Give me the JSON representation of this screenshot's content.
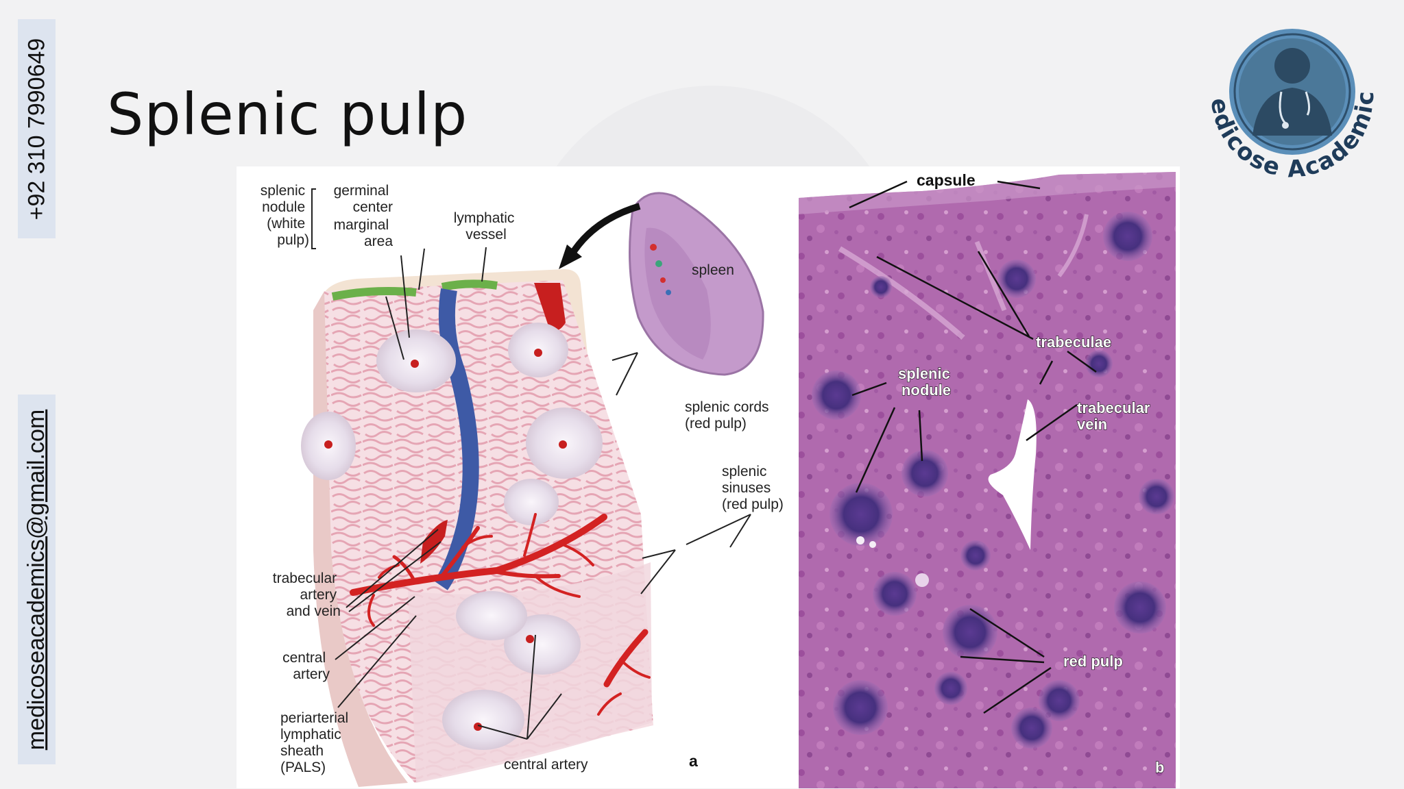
{
  "slide": {
    "title": "Splenic pulp",
    "phone": "+92 310 7990649",
    "email": "medicoseacademics@gmail.com",
    "logo_text": "Medicose Academics",
    "logo_icon": "doctor-stethoscope-icon"
  },
  "figure_a": {
    "panel_letter": "a",
    "labels": {
      "splenic_nodule": [
        "splenic",
        "nodule",
        "(white",
        "pulp)"
      ],
      "germinal_center": [
        "germinal",
        "center"
      ],
      "marginal_area": [
        "marginal",
        "area"
      ],
      "lymphatic_vessel": [
        "lymphatic",
        "vessel"
      ],
      "spleen": "spleen",
      "splenic_cords": [
        "splenic cords",
        "(red pulp)"
      ],
      "splenic_sinuses": [
        "splenic",
        "sinuses",
        "(red pulp)"
      ],
      "trabecular_artery_vein": [
        "trabecular",
        "artery",
        "and vein"
      ],
      "central_artery_left": [
        "central",
        "artery"
      ],
      "pals": [
        "periarterial",
        "lymphatic",
        "sheath",
        "(PALS)"
      ],
      "central_artery_bottom": "central artery"
    }
  },
  "figure_b": {
    "panel_letter": "b",
    "labels": {
      "capsule": "capsule",
      "trabeculae": "trabeculae",
      "splenic_nodule": [
        "splenic",
        "nodule"
      ],
      "trabecular_vein": [
        "trabecular",
        "vein"
      ],
      "red_pulp": "red pulp"
    }
  },
  "colors": {
    "background": "#f2f2f3",
    "side_strip": "#dde4ef",
    "logo_blue": "#5b8fb9",
    "tissue_purple": "#a564a8"
  }
}
